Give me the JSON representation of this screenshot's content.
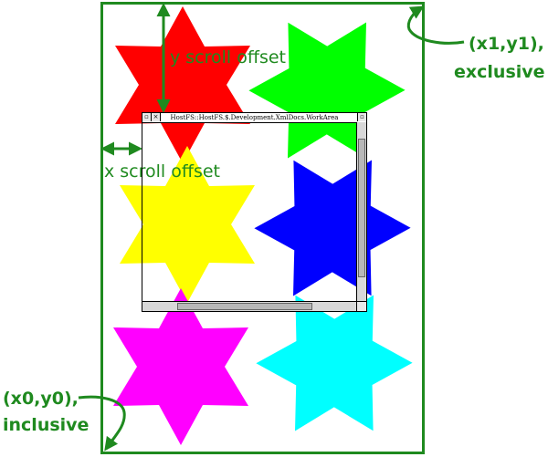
{
  "labels": {
    "y_scroll": "y scroll offset",
    "x_scroll": "x scroll offset",
    "x1y1_line1": "(x1,y1),",
    "x1y1_line2": "exclusive",
    "x0y0_line1": "(x0,y0),",
    "x0y0_line2": "inclusive"
  },
  "window": {
    "title": "HostFS::HostFS.$.Development.XmlDocs.WorkArea"
  },
  "stars": [
    {
      "name": "red-star",
      "color": "#ff0000"
    },
    {
      "name": "green-star",
      "color": "#00ff00"
    },
    {
      "name": "yellow-star",
      "color": "#ffff00"
    },
    {
      "name": "blue-star",
      "color": "#0000ff"
    },
    {
      "name": "magenta-star",
      "color": "#ff00ff"
    },
    {
      "name": "cyan-star",
      "color": "#00ffff"
    }
  ],
  "colors": {
    "annotation": "#1f8a1f"
  },
  "icons": {
    "close": "close-icon",
    "back": "back-icon",
    "toggle": "toggle-size-icon"
  }
}
